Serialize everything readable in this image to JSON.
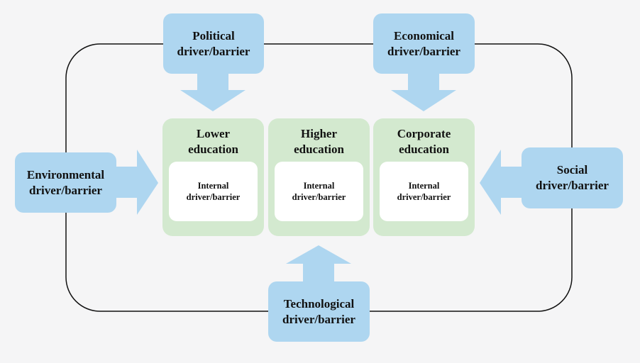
{
  "colors": {
    "driver_fill": "#aed6f0",
    "education_fill": "#d3e9cf",
    "internal_fill": "#ffffff",
    "frame_stroke": "#111111",
    "background": "#f5f5f6"
  },
  "drivers": {
    "political": {
      "line1": "Political",
      "line2": "driver/barrier"
    },
    "economical": {
      "line1": "Economical",
      "line2": "driver/barrier"
    },
    "environmental": {
      "line1": "Environmental",
      "line2": "driver/barrier"
    },
    "social": {
      "line1": "Social",
      "line2": "driver/barrier"
    },
    "technological": {
      "line1": "Technological",
      "line2": "driver/barrier"
    }
  },
  "education": {
    "lower": {
      "title1": "Lower",
      "title2": "education",
      "internal1": "Internal",
      "internal2": "driver/barrier"
    },
    "higher": {
      "title1": "Higher",
      "title2": "education",
      "internal1": "Internal",
      "internal2": "driver/barrier"
    },
    "corporate": {
      "title1": "Corporate",
      "title2": "education",
      "internal1": "Internal",
      "internal2": "driver/barrier"
    }
  }
}
